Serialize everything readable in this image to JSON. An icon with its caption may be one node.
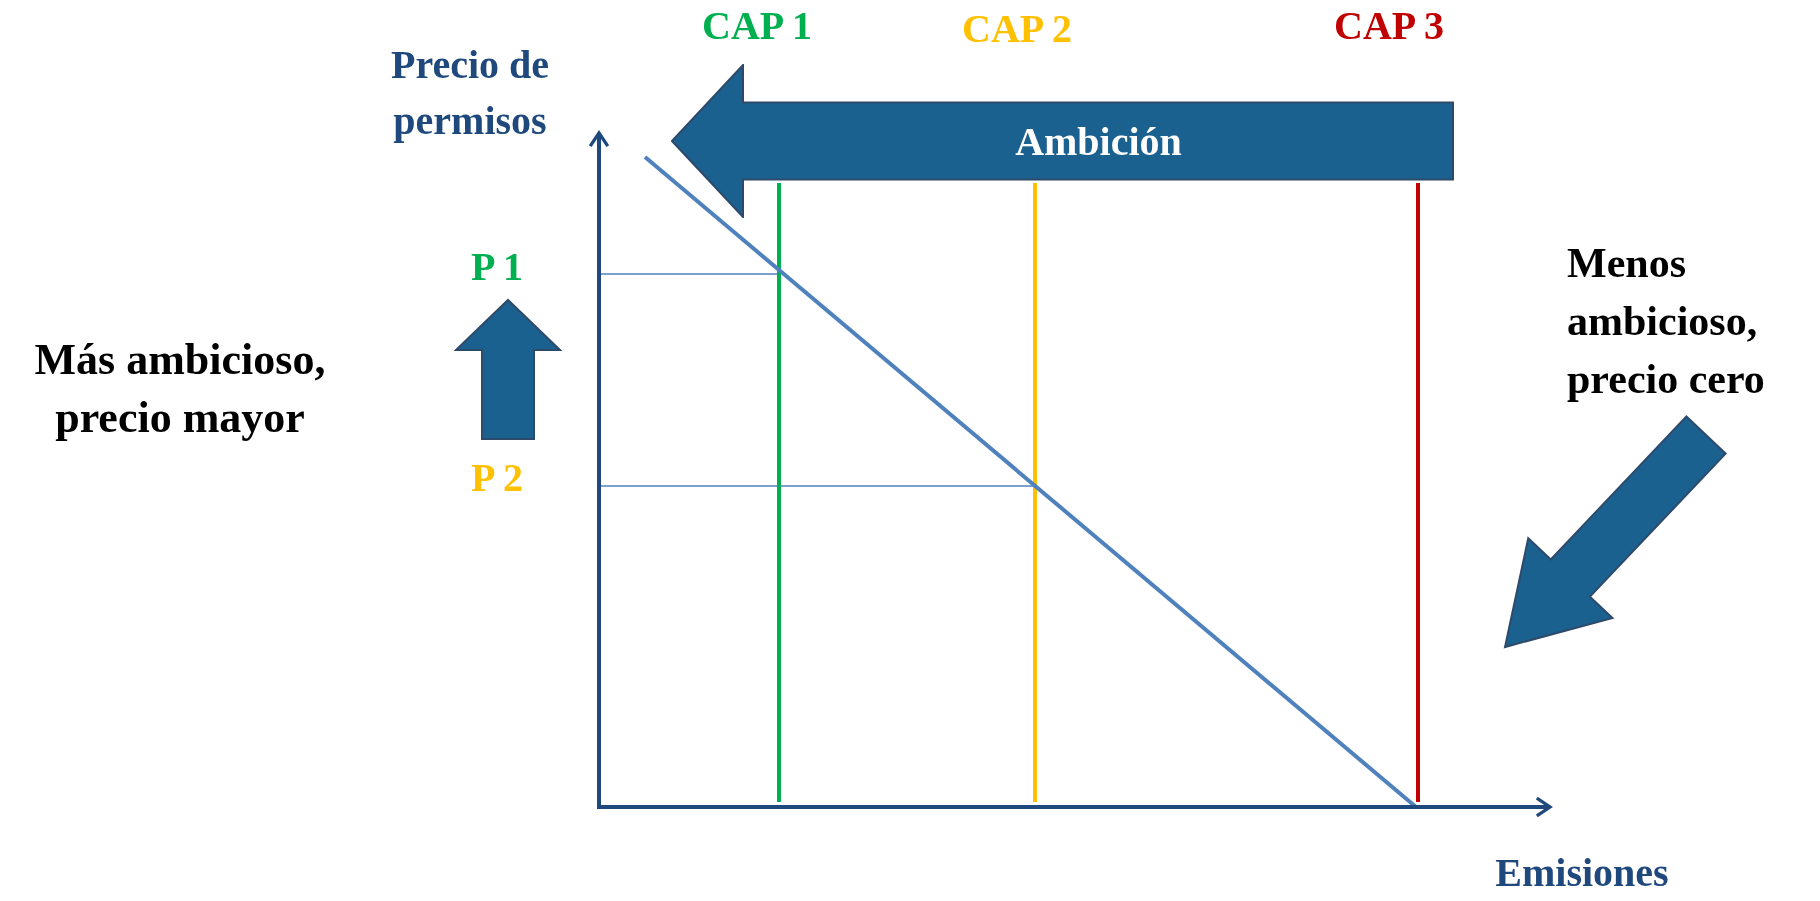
{
  "diagram": {
    "nodes": [
      {
        "text": [
          "Ambición"
        ]
      }
    ],
    "edges": [],
    "labels": [
      "Precio de permisos",
      "CAP 1",
      "CAP 2",
      "CAP 3",
      "P 1",
      "Más ambicioso, precio mayor",
      "P 2",
      "Menos ambicioso, precio cero",
      "Emisiones"
    ]
  }
}
